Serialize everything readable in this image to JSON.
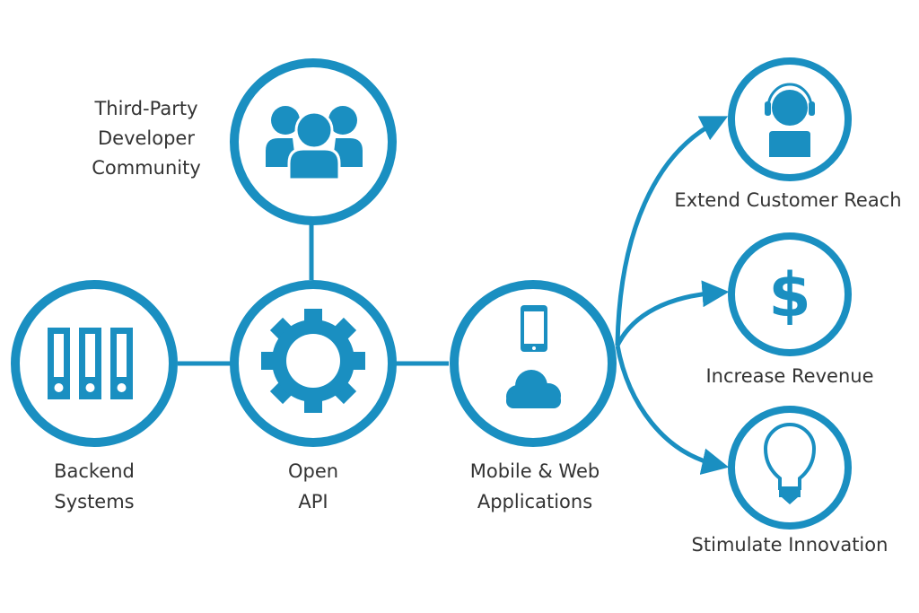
{
  "colors": {
    "accent": "#1a8fc1",
    "text": "#333333",
    "background": "#ffffff"
  },
  "nodes": {
    "backend": {
      "label_lines": [
        "Backend",
        "Systems"
      ],
      "icon": "binders-icon"
    },
    "api": {
      "label_lines": [
        "Open",
        "API"
      ],
      "icon": "gear-icon"
    },
    "community": {
      "label_lines": [
        "Third-Party",
        "Developer",
        "Community"
      ],
      "icon": "people-group-icon"
    },
    "apps": {
      "label_lines": [
        "Mobile & Web",
        "Applications"
      ],
      "icon": "phone-cloud-icon"
    },
    "reach": {
      "label_lines": [
        "Extend Customer Reach"
      ],
      "icon": "headset-person-icon"
    },
    "revenue": {
      "label_lines": [
        "Increase Revenue"
      ],
      "icon": "dollar-icon"
    },
    "innovation": {
      "label_lines": [
        "Stimulate Innovation"
      ],
      "icon": "lightbulb-icon"
    }
  },
  "edges": [
    {
      "from": "backend",
      "to": "api",
      "type": "line"
    },
    {
      "from": "community",
      "to": "api",
      "type": "line"
    },
    {
      "from": "api",
      "to": "apps",
      "type": "line"
    },
    {
      "from": "apps",
      "to": "reach",
      "type": "arrow"
    },
    {
      "from": "apps",
      "to": "revenue",
      "type": "arrow"
    },
    {
      "from": "apps",
      "to": "innovation",
      "type": "arrow"
    }
  ]
}
